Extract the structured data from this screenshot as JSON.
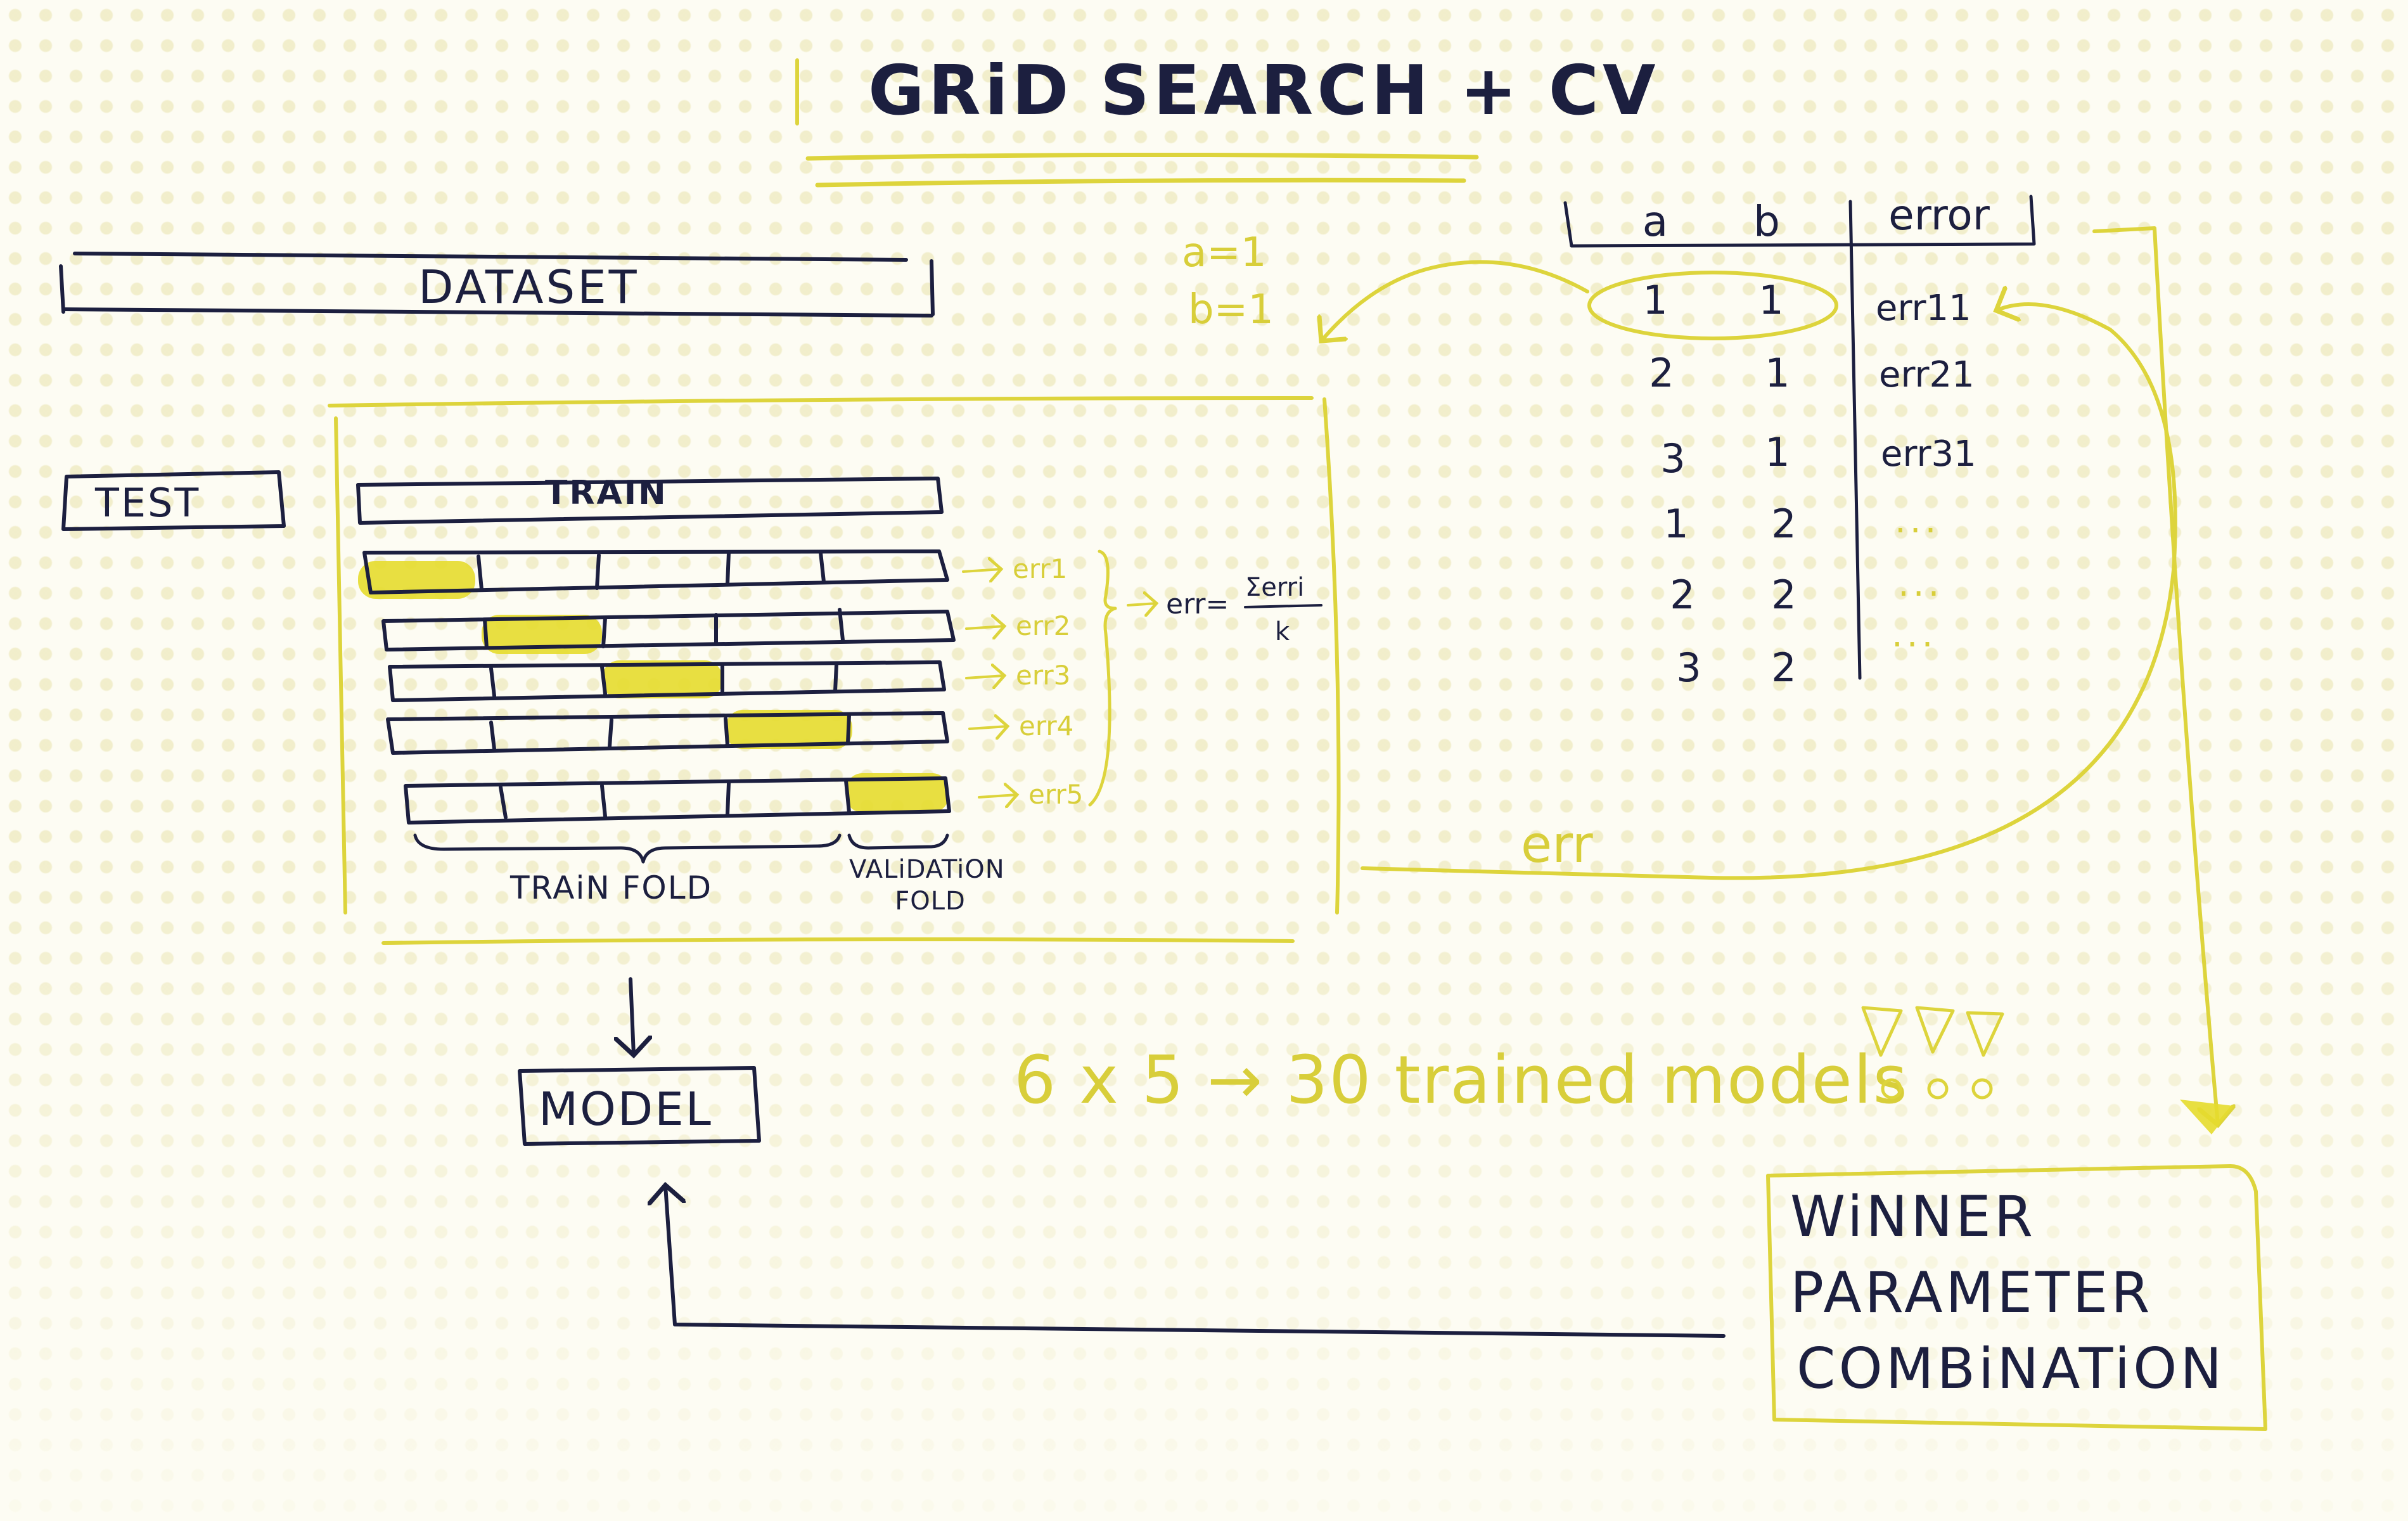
{
  "title": "GRiD SEARCH + CV",
  "dataset_label": "DATASET",
  "test_label": "TEST",
  "train_label": "TRAIN",
  "fold_errors": [
    "err1",
    "err2",
    "err3",
    "err4",
    "err5"
  ],
  "cv_formula": {
    "lhs": "err=",
    "numerator": "Σerri",
    "denominator": "k"
  },
  "train_fold_label": "TRAiN FOLD",
  "validation_fold_label": [
    "VALiDATiON",
    "FOLD"
  ],
  "selected_params": [
    "a=1",
    "b=1"
  ],
  "grid_table": {
    "headers": [
      "a",
      "b",
      "error"
    ],
    "rows": [
      {
        "a": "1",
        "b": "1",
        "error": "err11"
      },
      {
        "a": "2",
        "b": "1",
        "error": "err21"
      },
      {
        "a": "3",
        "b": "1",
        "error": "err31"
      },
      {
        "a": "1",
        "b": "2",
        "error": "..."
      },
      {
        "a": "2",
        "b": "2",
        "error": "..."
      },
      {
        "a": "3",
        "b": "2",
        "error": "..."
      }
    ]
  },
  "err_loop_label": "err",
  "model_label": "MODEL",
  "count_note": "6 x 5 → 30 trained models",
  "winner_lines": [
    "WiNNER",
    "PARAMETER",
    "COMBiNATiON"
  ],
  "colors": {
    "ink": "#1c1f3f",
    "highlight": "#e6dc2e",
    "yellow_line": "#ddd43c"
  }
}
